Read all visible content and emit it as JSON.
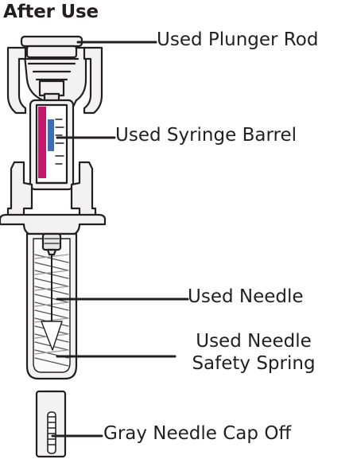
{
  "heading": "After Use",
  "callouts": {
    "plunger_rod": "Used Plunger Rod",
    "syringe_barrel": "Used Syringe Barrel",
    "needle": "Used Needle",
    "spring_line1": "Used Needle",
    "spring_line2": "Safety Spring",
    "needle_cap": "Gray Needle Cap Off"
  },
  "colors": {
    "ink": "#231f20",
    "body_fill": "#f2f2f2",
    "label_magenta": "#c2186b",
    "label_blue": "#3a6fb5"
  }
}
